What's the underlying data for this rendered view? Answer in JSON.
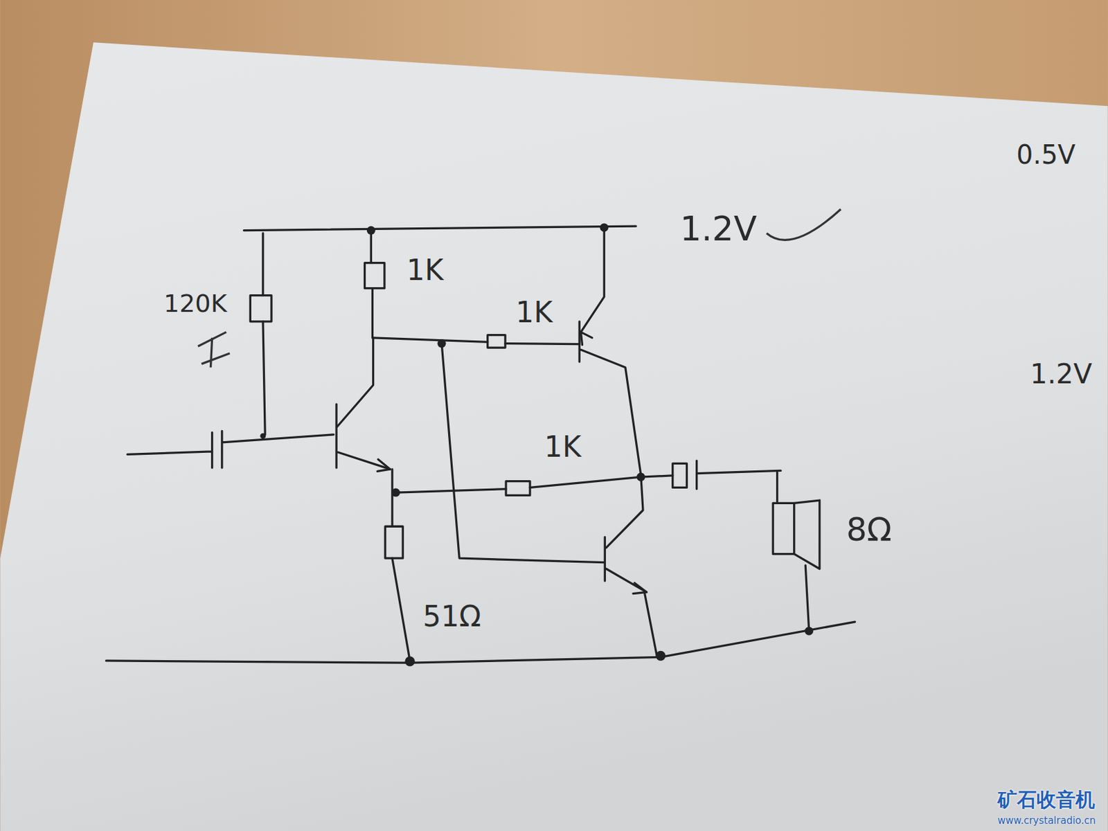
{
  "diagram": {
    "labels": [
      "1.2V",
      "0.5V",
      "1K",
      "120K",
      "1K",
      "1K",
      "51Ω",
      "8Ω",
      "1.2V",
      "矿石收音机",
      "www.crystalradio.cn"
    ]
  }
}
